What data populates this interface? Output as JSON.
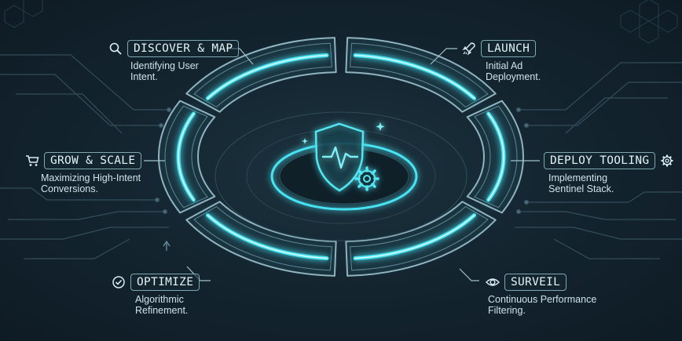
{
  "stages": [
    {
      "id": "discover",
      "title": "DISCOVER & MAP",
      "description": "Identifying User Intent.",
      "icon": "search-icon"
    },
    {
      "id": "launch",
      "title": "LAUNCH",
      "description": "Initial Ad Deployment.",
      "icon": "rocket-icon"
    },
    {
      "id": "deploy",
      "title": "DEPLOY TOOLING",
      "description": "Implementing Sentinel Stack.",
      "icon": "gear-icon"
    },
    {
      "id": "surveil",
      "title": "SURVEIL",
      "description": "Continuous Performance Filtering.",
      "icon": "eye-icon"
    },
    {
      "id": "optimize",
      "title": "OPTIMIZE",
      "description": "Algorithmic Refinement.",
      "icon": "check-circle-icon"
    },
    {
      "id": "grow",
      "title": "GROW & SCALE",
      "description": "Maximizing High-Intent Conversions.",
      "icon": "cart-icon"
    }
  ],
  "center_icon": "shield-heartbeat-gear-icon",
  "colors": {
    "accent": "#47e3f2",
    "frame": "#8fb4bf",
    "background": "#142530"
  }
}
